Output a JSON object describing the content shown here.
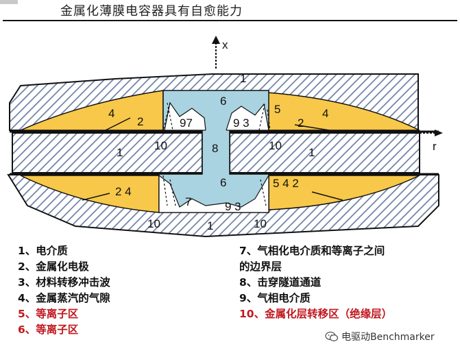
{
  "header": {
    "title": "金属化薄膜电容器具有自愈能力"
  },
  "diagram": {
    "axis_x_label": "x",
    "axis_r_label": "r",
    "region_labels": [
      {
        "id": "top-1",
        "text": "1"
      },
      {
        "id": "top-6",
        "text": "6"
      },
      {
        "id": "left-4",
        "text": "4"
      },
      {
        "id": "left-2",
        "text": "2"
      },
      {
        "id": "97",
        "text": "97"
      },
      {
        "id": "right-3",
        "text": "9 3"
      },
      {
        "id": "right-5",
        "text": "5"
      },
      {
        "id": "right-2",
        "text": "2"
      },
      {
        "id": "right-4",
        "text": "4"
      },
      {
        "id": "mid-1-left",
        "text": "1"
      },
      {
        "id": "mid-10-left",
        "text": "10"
      },
      {
        "id": "mid-8",
        "text": "8"
      },
      {
        "id": "mid-10-right",
        "text": "10"
      },
      {
        "id": "mid-1-right",
        "text": "1"
      },
      {
        "id": "bot-6",
        "text": "6"
      },
      {
        "id": "bot-24",
        "text": "2 4"
      },
      {
        "id": "bot-7",
        "text": "7"
      },
      {
        "id": "bot-93",
        "text": "9 3"
      },
      {
        "id": "bot-542",
        "text": "5 4 2"
      },
      {
        "id": "bot-10-left",
        "text": "10"
      },
      {
        "id": "bot-1",
        "text": "1"
      },
      {
        "id": "bot-10-right",
        "text": "10"
      }
    ]
  },
  "legend": {
    "left": [
      {
        "text": "1、电介质",
        "color": "#111111"
      },
      {
        "text": "2、金属化电极",
        "color": "#111111"
      },
      {
        "text": "3、材料转移冲击波",
        "color": "#111111"
      },
      {
        "text": "4、金属蒸汽的气隙",
        "color": "#111111"
      },
      {
        "text": "5、等离子区",
        "color": "#c0181f"
      },
      {
        "text": "6、等离子区",
        "color": "#c0181f"
      }
    ],
    "right": [
      {
        "text": "7、气相化电介质和等离子之间",
        "color": "#111111"
      },
      {
        "text": "的边界层",
        "color": "#111111"
      },
      {
        "text": "8、击穿隧道通道",
        "color": "#111111"
      },
      {
        "text": "9、气相电介质",
        "color": "#111111"
      },
      {
        "text": "10、金属化层转移区（绝缘层）",
        "color": "#c0181f"
      }
    ]
  },
  "watermark": {
    "text": "电驱动Benchmarker",
    "icon": "wechat-icon"
  },
  "colors": {
    "hatch": "#6b7fa3",
    "plasma": "#a9d3e0",
    "gap": "#f7c84a",
    "accent_red": "#c0181f"
  }
}
